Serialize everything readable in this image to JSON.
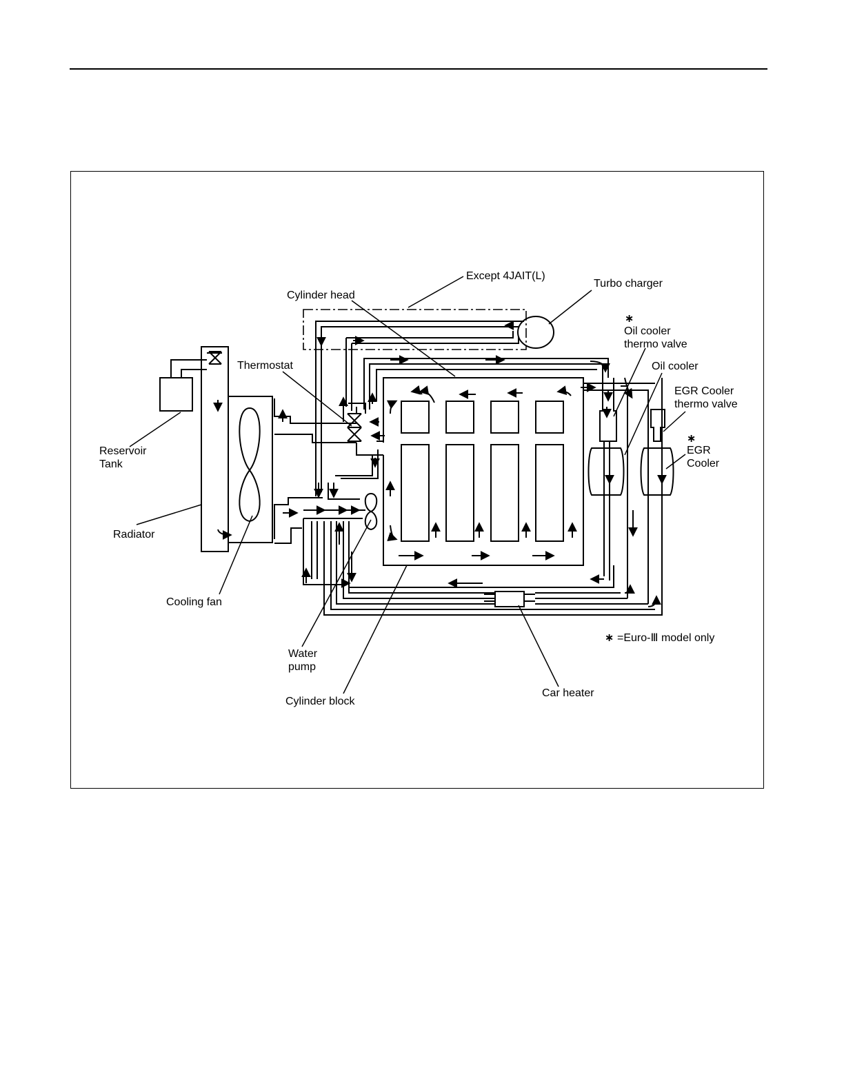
{
  "labels": {
    "except": "Except 4JAIT(L)",
    "turbo": "Turbo charger",
    "cylinder_head": "Cylinder head",
    "thermostat": "Thermostat",
    "oil_cooler_thermo_valve": "Oil cooler\nthermo valve",
    "oil_cooler": "Oil cooler",
    "egr_thermo_valve": "EGR Cooler\nthermo valve",
    "egr_cooler": "EGR\nCooler",
    "reservoir": "Reservoir\nTank",
    "radiator": "Radiator",
    "cooling_fan": "Cooling fan",
    "water_pump": "Water\npump",
    "cylinder_block": "Cylinder block",
    "car_heater": "Car heater",
    "note": "=Euro-Ⅲ model only",
    "asterisk": "∗"
  },
  "colors": {
    "line": "#000000",
    "background": "#ffffff"
  }
}
